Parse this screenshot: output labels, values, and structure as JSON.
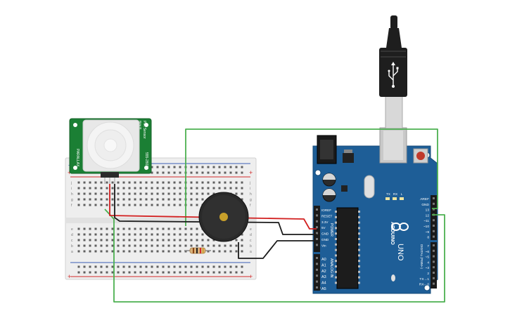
{
  "colors": {
    "background": "#ffffff",
    "breadboard": "#eeeeee",
    "rail_red": "#d12b2b",
    "rail_blue": "#3a5fb5",
    "arduino": "#1e5e97",
    "pir_board": "#1b7f34",
    "wire_green": "#4cb050",
    "wire_red": "#d22020",
    "wire_black": "#1a1a1a",
    "buzzer": "#2a2a2a",
    "buzzer_center": "#c8a02a"
  },
  "pir_sensor": {
    "label_top": "PIR Sensor",
    "label_rev": "Rev B",
    "label_part": "555-28027",
    "label_brand": "PARALLAX"
  },
  "arduino": {
    "brand": "ARDUINO",
    "model": "UNO",
    "power_label": "POWER",
    "analog_label": "ANALOG IN",
    "digital_label": "DIGITAL (PWM~)",
    "tx_label": "TX",
    "rx_label": "RX",
    "l_label": "L",
    "power_pins": [
      "IOREF",
      "RESET",
      "3.3V",
      "5V",
      "GND",
      "GND",
      "Vin"
    ],
    "analog_pins": [
      "A0",
      "A1",
      "A2",
      "A3",
      "A4",
      "A5"
    ],
    "digital_top_pins": [
      "AREF",
      "GND",
      "13",
      "12",
      "~11",
      "~10",
      "~9",
      "8"
    ],
    "digital_bottom_pins": [
      "7",
      "~6",
      "~5",
      "4",
      "~3",
      "2",
      "TX→1",
      "RX←0"
    ]
  },
  "breadboard": {
    "row_letters_top": [
      "j",
      "i",
      "h",
      "g",
      "f"
    ],
    "row_letters_bottom": [
      "e",
      "d",
      "c",
      "b",
      "a"
    ],
    "plus_sign": "+",
    "minus_sign": "-"
  },
  "icons": [
    "usb-plug-icon",
    "usb-symbol-icon",
    "reset-button-icon",
    "buzzer-icon",
    "resistor-icon",
    "arduino-logo-icon"
  ]
}
